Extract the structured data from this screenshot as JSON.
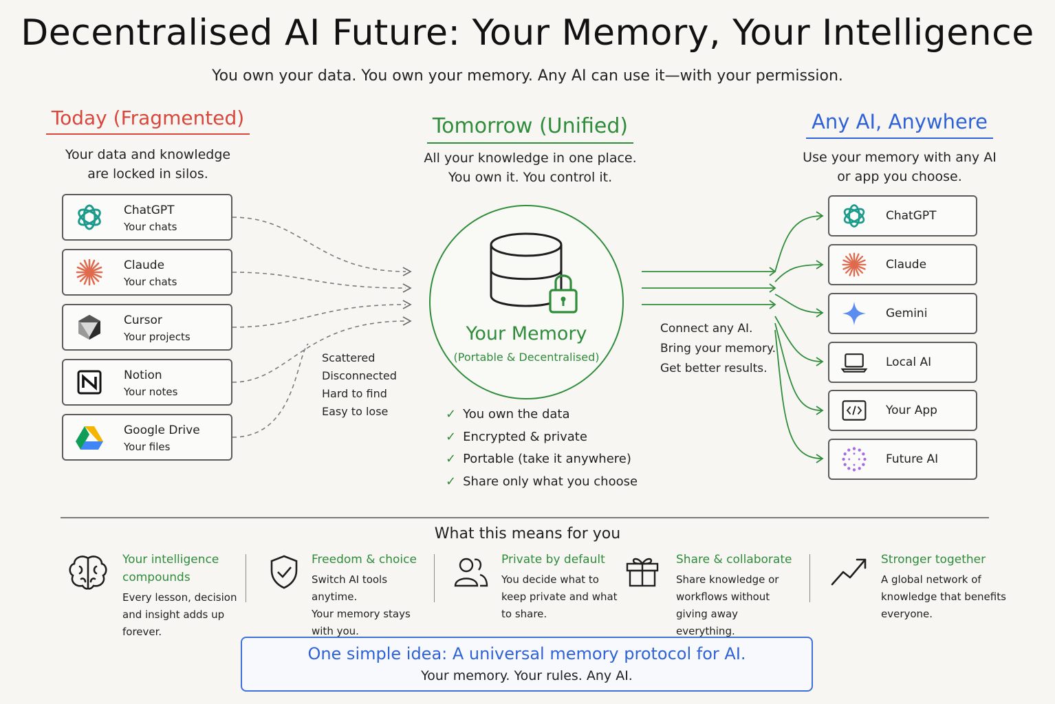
{
  "title": "Decentralised AI Future: Your Memory, Your Intelligence",
  "subtitle": "You own your data. You own your memory. Any AI can use it—with your permission.",
  "today": {
    "heading": "Today (Fragmented)",
    "sub_line1": "Your data and knowledge",
    "sub_line2": "are locked in silos.",
    "items": [
      {
        "name": "ChatGPT",
        "desc": "Your chats",
        "icon": "chatgpt-icon"
      },
      {
        "name": "Claude",
        "desc": "Your chats",
        "icon": "claude-icon"
      },
      {
        "name": "Cursor",
        "desc": "Your projects",
        "icon": "cursor-icon"
      },
      {
        "name": "Notion",
        "desc": "Your notes",
        "icon": "notion-icon"
      },
      {
        "name": "Google Drive",
        "desc": "Your files",
        "icon": "google-drive-icon"
      }
    ],
    "problems": [
      "Scattered",
      "Disconnected",
      "Hard to find",
      "Easy to lose"
    ]
  },
  "tomorrow": {
    "heading": "Tomorrow (Unified)",
    "sub_line1": "All your knowledge in one place.",
    "sub_line2": "You own it. You control it.",
    "memory_title": "Your Memory",
    "memory_sub": "(Portable & Decentralised)",
    "checks": [
      "You own the data",
      "Encrypted & private",
      "Portable (take it anywhere)",
      "Share only what you choose"
    ]
  },
  "connect": [
    "Connect any AI.",
    "Bring your memory.",
    "Get better results."
  ],
  "anywhere": {
    "heading": "Any AI, Anywhere",
    "sub_line1": "Use your memory with any AI",
    "sub_line2": "or app you choose.",
    "items": [
      {
        "name": "ChatGPT",
        "icon": "chatgpt-icon"
      },
      {
        "name": "Claude",
        "icon": "claude-icon"
      },
      {
        "name": "Gemini",
        "icon": "gemini-icon"
      },
      {
        "name": "Local AI",
        "icon": "laptop-icon"
      },
      {
        "name": "Your App",
        "icon": "code-icon"
      },
      {
        "name": "Future AI",
        "icon": "future-ai-icon"
      }
    ]
  },
  "means": {
    "heading": "What this means for you",
    "benefits": [
      {
        "title_1": "Your intelligence",
        "title_2": "compounds",
        "desc": [
          "Every lesson, decision",
          "and insight adds up",
          "forever."
        ],
        "icon": "brain-icon"
      },
      {
        "title_1": "Freedom & choice",
        "title_2": "",
        "desc": [
          "Switch AI tools anytime.",
          "Your memory stays",
          "with you."
        ],
        "icon": "shield-check-icon"
      },
      {
        "title_1": "Private by default",
        "title_2": "",
        "desc": [
          "You decide what to",
          "keep private and what",
          "to share."
        ],
        "icon": "users-icon"
      },
      {
        "title_1": "Share & collaborate",
        "title_2": "",
        "desc": [
          "Share knowledge or",
          "workflows without",
          "giving away everything."
        ],
        "icon": "gift-icon"
      },
      {
        "title_1": "Stronger together",
        "title_2": "",
        "desc": [
          "A global network of",
          "knowledge that benefits",
          "everyone."
        ],
        "icon": "trend-up-icon"
      }
    ]
  },
  "idea": {
    "line1": "One simple idea: A universal memory protocol for AI.",
    "line2": "Your memory. Your rules. Any AI."
  },
  "colors": {
    "red": "#d9463b",
    "green": "#2f8c3a",
    "blue": "#2e62d6"
  }
}
